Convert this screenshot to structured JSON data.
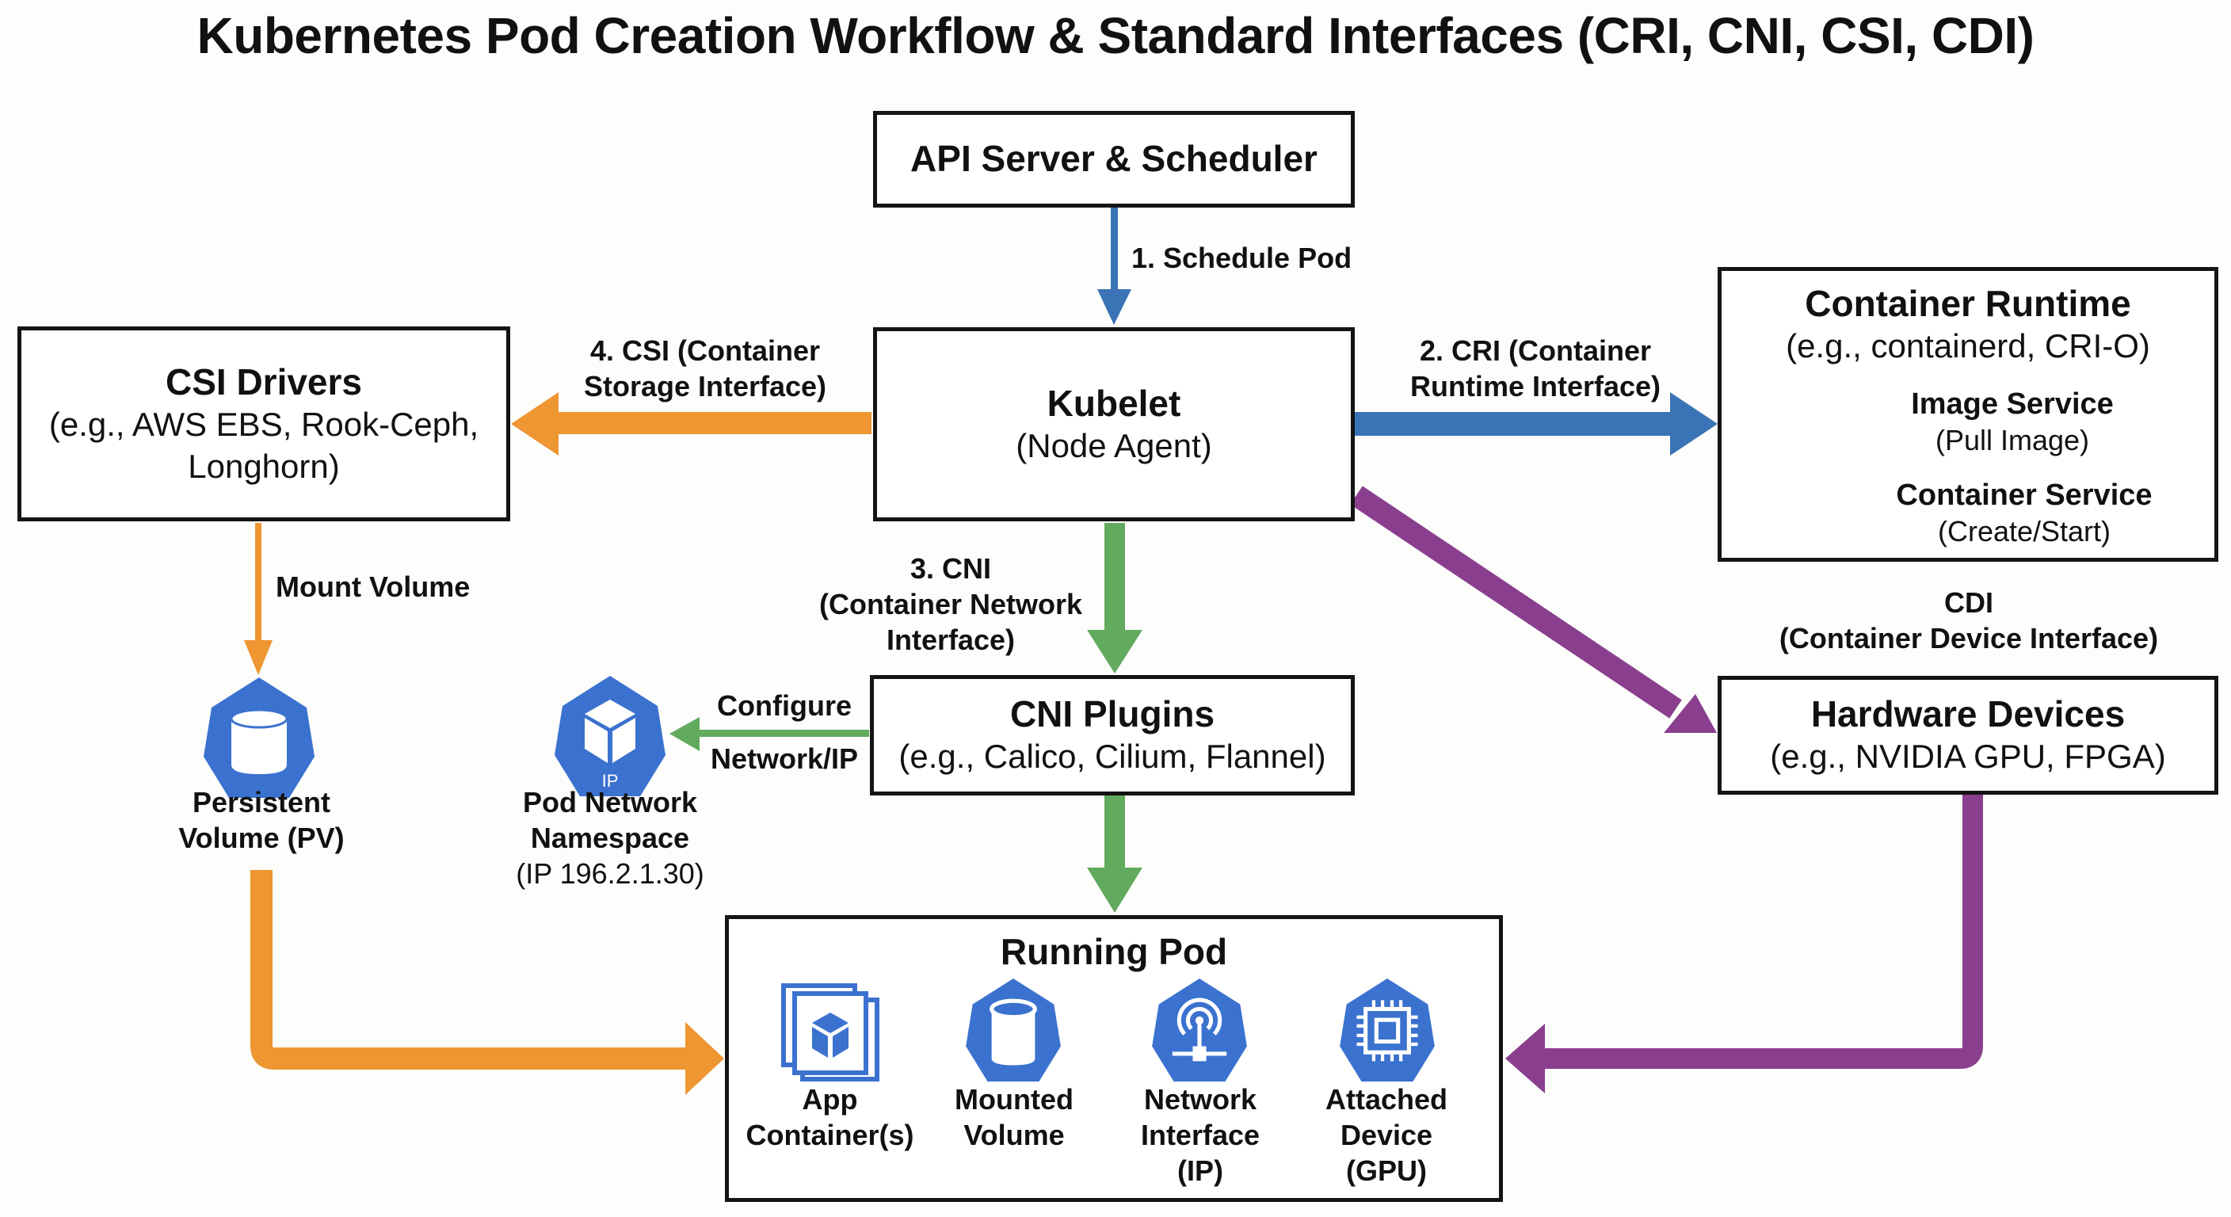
{
  "title": "Kubernetes Pod Creation Workflow & Standard Interfaces (CRI, CNI, CSI, CDI)",
  "colors": {
    "blue": "#3a74b6",
    "orange": "#ee9632",
    "green": "#62aa5d",
    "purple": "#8a3f8e",
    "icon_blue": "#3b72cf"
  },
  "nodes": {
    "api": {
      "title": "API Server & Scheduler"
    },
    "kubelet": {
      "title": "Kubelet",
      "subtitle": "(Node Agent)"
    },
    "runtime": {
      "title": "Container Runtime",
      "subtitle": "(e.g., containerd, CRI-O)",
      "services": [
        {
          "title": "Image Service",
          "subtitle": "(Pull Image)"
        },
        {
          "title": "Container Service",
          "subtitle": "(Create/Start)"
        }
      ]
    },
    "csi": {
      "title": "CSI Drivers",
      "subtitle_line1": "(e.g., AWS EBS, Rook-Ceph,",
      "subtitle_line2": "Longhorn)"
    },
    "cni": {
      "title": "CNI Plugins",
      "subtitle": "(e.g., Calico, Cilium, Flannel)"
    },
    "hardware": {
      "title": "Hardware Devices",
      "subtitle": "(e.g., NVIDIA GPU, FPGA)"
    },
    "pod": {
      "title": "Running Pod",
      "items": [
        {
          "icon": "app-container-icon",
          "line1": "App",
          "line2": "Container(s)",
          "line3": ""
        },
        {
          "icon": "mounted-volume-icon",
          "line1": "Mounted",
          "line2": "Volume",
          "line3": ""
        },
        {
          "icon": "network-interface-icon",
          "line1": "Network",
          "line2": "Interface",
          "line3": "(IP)"
        },
        {
          "icon": "attached-device-icon",
          "line1": "Attached",
          "line2": "Device",
          "line3": "(GPU)"
        }
      ]
    },
    "pv": {
      "icon": "persistent-volume-icon",
      "line1": "Persistent",
      "line2": "Volume (PV)"
    },
    "netns": {
      "icon": "pod-network-namespace-icon",
      "icon_text": "IP",
      "line1": "Pod Network",
      "line2": "Namespace",
      "line3": "(IP 196.2.1.30)"
    }
  },
  "edges": {
    "schedule": {
      "label": "1. Schedule Pod"
    },
    "cri": {
      "label_line1": "2. CRI (Container",
      "label_line2": "Runtime Interface)"
    },
    "cni": {
      "label_line1": "3. CNI",
      "label_line2": "(Container Network",
      "label_line3": "Interface)"
    },
    "csi": {
      "label_line1": "4. CSI (Container",
      "label_line2": "Storage Interface)"
    },
    "cdi": {
      "label_line1": "CDI",
      "label_line2": "(Container Device Interface)"
    },
    "mount": {
      "label": "Mount Volume"
    },
    "configure": {
      "label_line1": "Configure",
      "label_line2": "Network/IP"
    }
  }
}
